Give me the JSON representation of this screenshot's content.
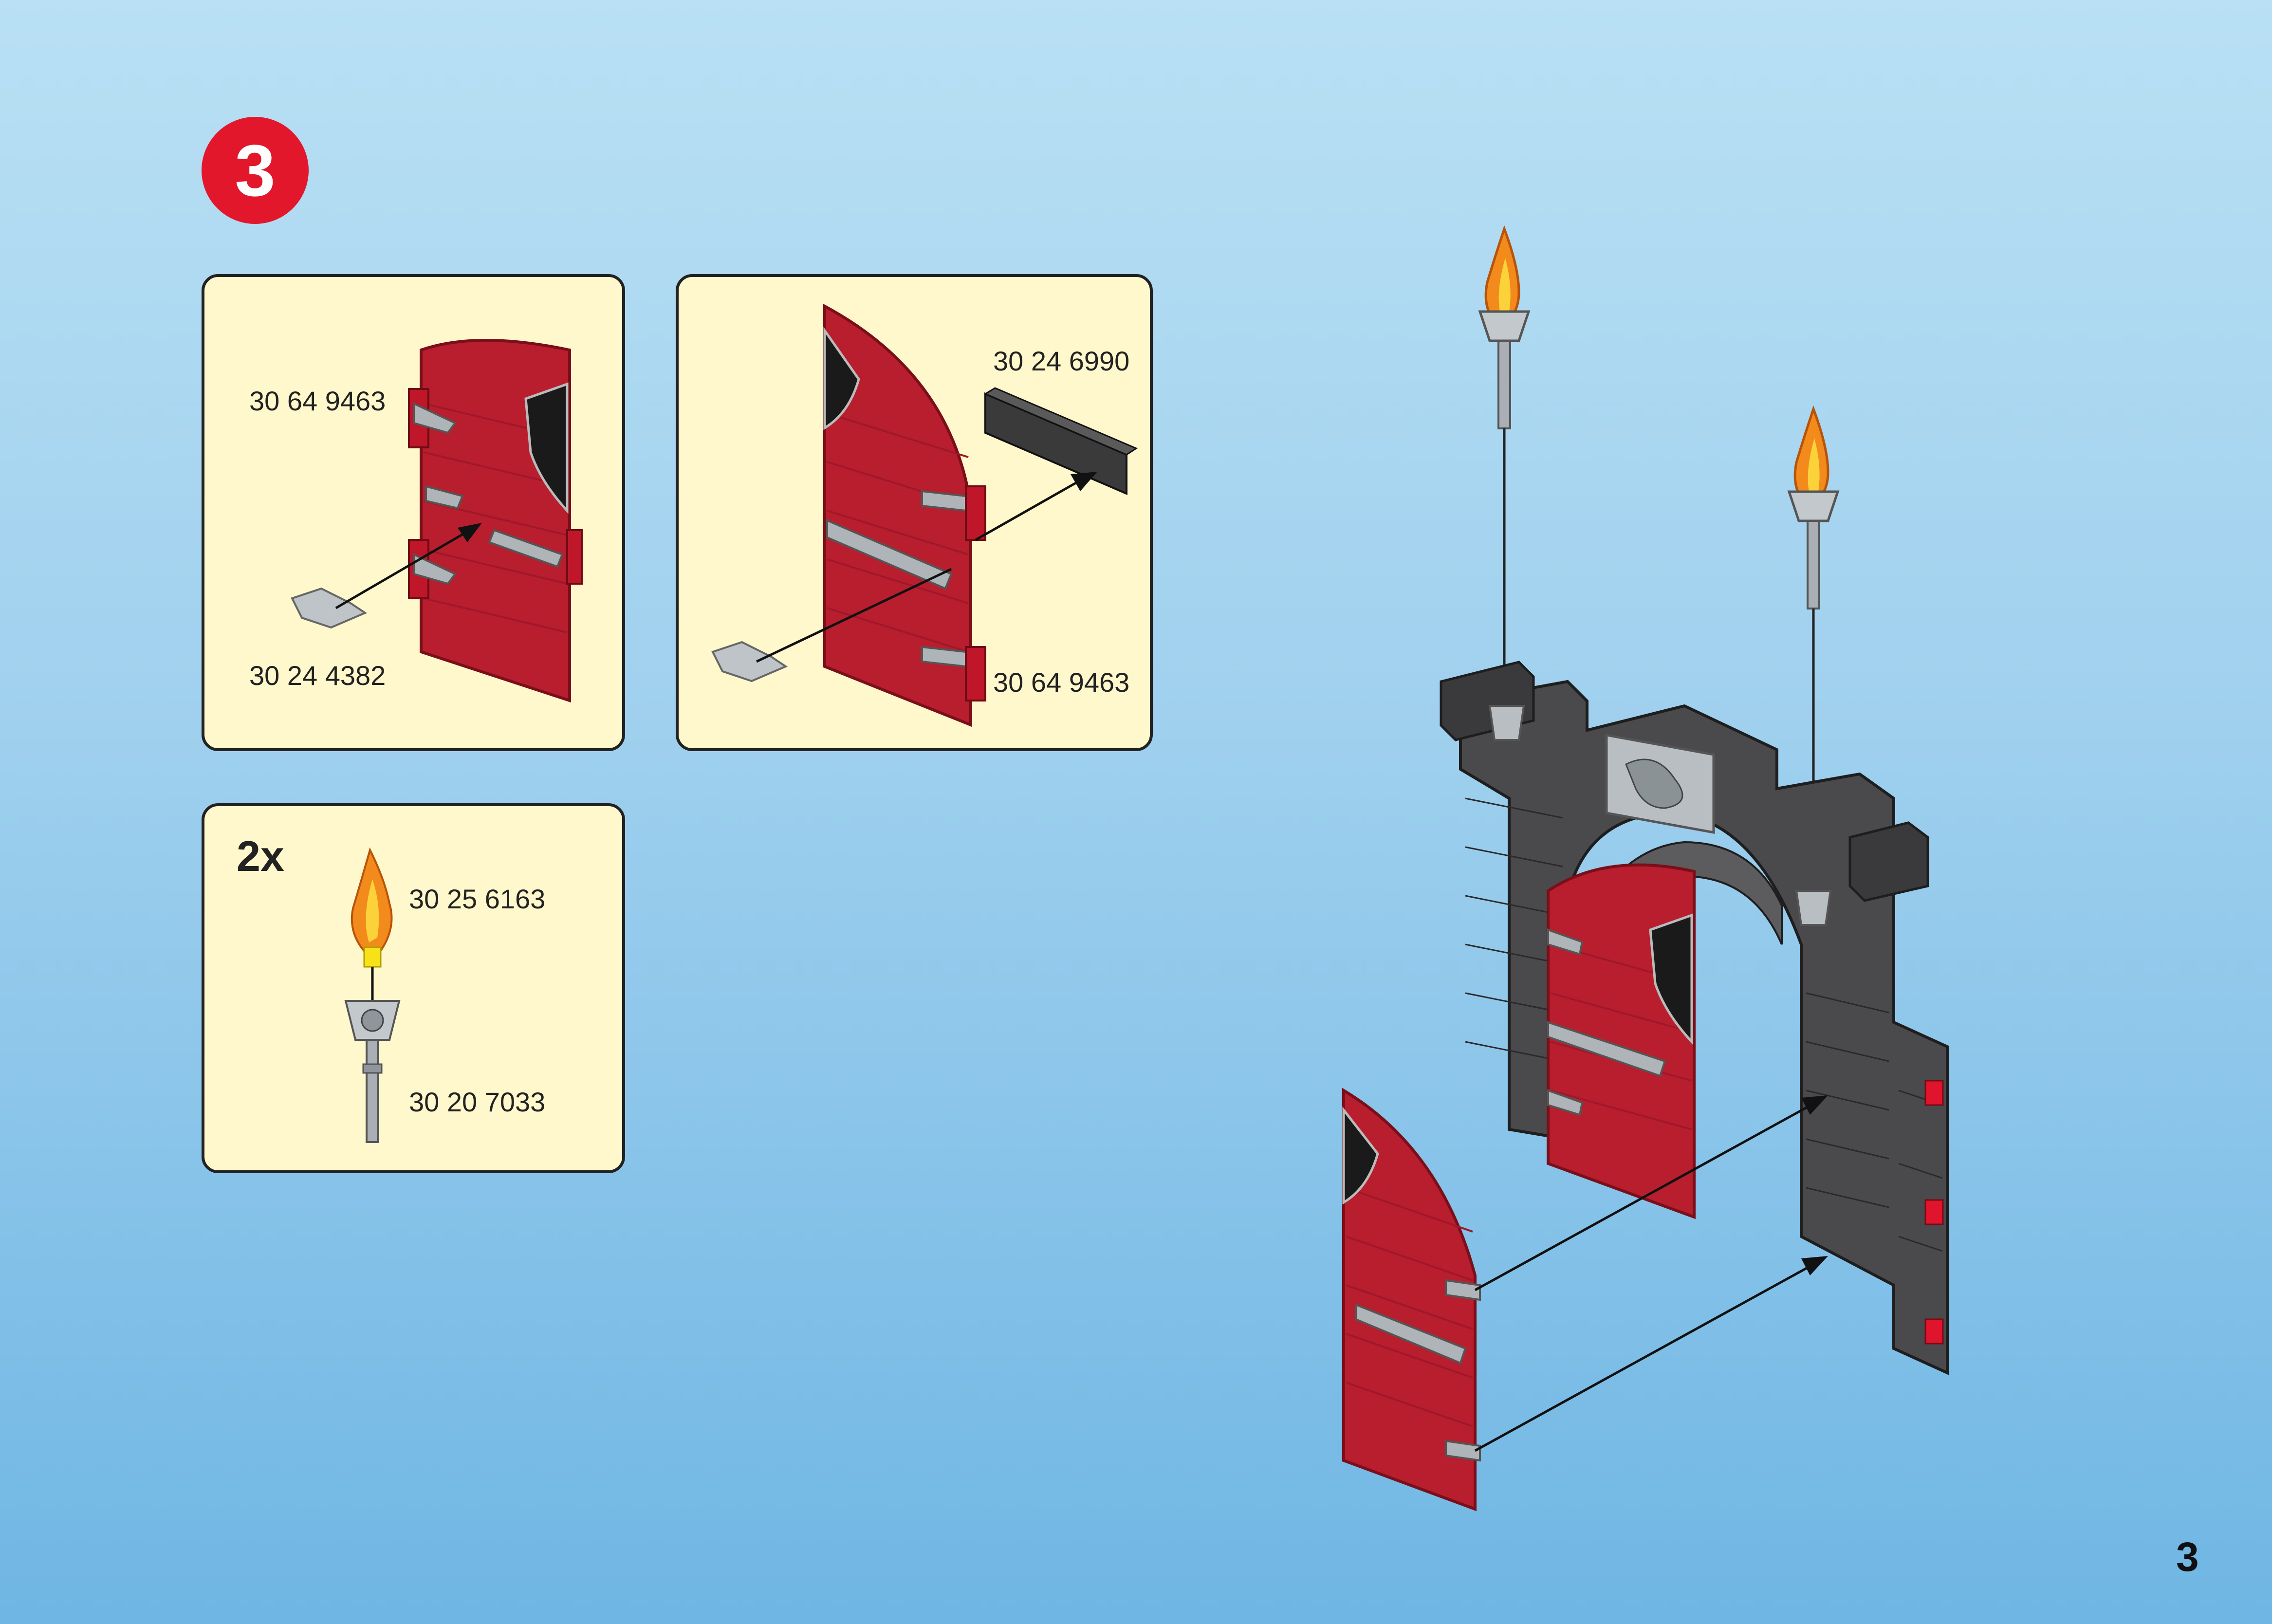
{
  "step": {
    "number": "3"
  },
  "panel_left_door": {
    "part_top": "30 64 9463",
    "part_bottom": "30 24 4382"
  },
  "panel_right_door": {
    "part_top": "30 24 6990",
    "part_bottom": "30 64 9463"
  },
  "panel_torch": {
    "quantity": "2x",
    "part_flame": "30 25 6163",
    "part_handle": "30 20 7033"
  },
  "page": {
    "number": "3"
  },
  "colors": {
    "door_red": "#b81e2e",
    "stone_gray": "#4a4a4c",
    "step_red": "#e2172b",
    "panel_bg": "#fff8cc"
  }
}
